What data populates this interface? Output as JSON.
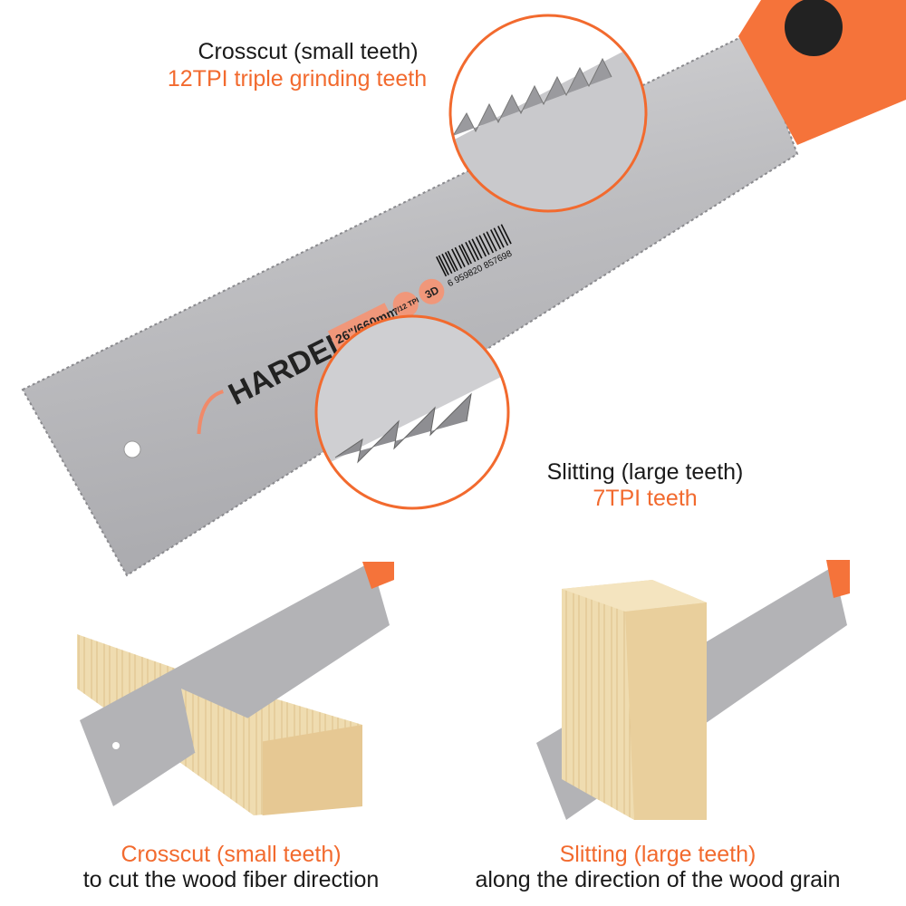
{
  "colors": {
    "accent": "#f26a2e",
    "handle": "#f5733a",
    "blade": "#b9b9bb",
    "wood": "#ecd7a8",
    "text": "#1a1a1a"
  },
  "callouts": {
    "crosscut": {
      "title": "Crosscut (small teeth)",
      "subtitle": "12TPI  triple grinding teeth"
    },
    "slitting": {
      "title": "Slitting (large teeth)",
      "subtitle": "7TPI teeth"
    }
  },
  "blade_marks": {
    "brand": "HARDEN",
    "size": "26\"/660mm",
    "tpi": "7/12 TPI",
    "badge": "3D",
    "barcode": "6 959820 857698"
  },
  "captions": {
    "left": {
      "title": "Crosscut (small teeth)",
      "desc": "to cut the wood fiber direction"
    },
    "right": {
      "title": "Slitting (large teeth)",
      "desc": "along the direction of the wood grain"
    }
  }
}
